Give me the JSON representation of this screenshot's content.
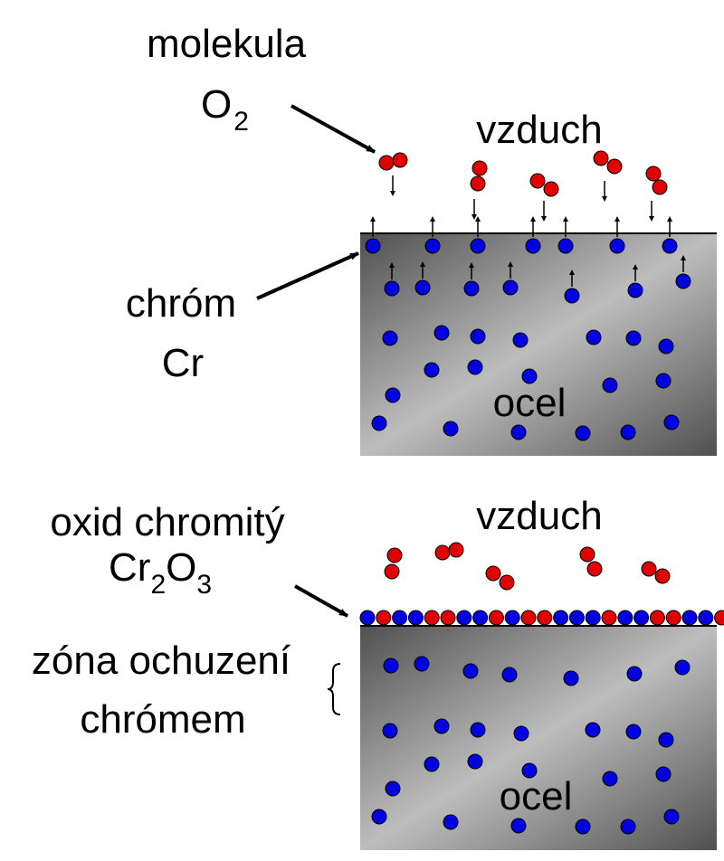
{
  "colors": {
    "chromium_atom": "#0000e0",
    "oxygen_atom": "#e00000",
    "steel_dark": "#505050",
    "steel_light": "#bdbdbd",
    "outline": "#000000"
  },
  "top_panel": {
    "molecule_label": "molekula",
    "molecule_formula_main": "O",
    "molecule_formula_sub": "2",
    "air_label": "vzduch",
    "chromium_label": "chróm",
    "chromium_symbol": "Cr",
    "steel_label": "ocel"
  },
  "bottom_panel": {
    "oxide_label": "oxid chromitý",
    "oxide_formula": {
      "cr": "Cr",
      "sub1": "2",
      "o": "O",
      "sub2": "3"
    },
    "air_label": "vzduch",
    "depletion_label_line1": "zóna ochuzení",
    "depletion_label_line2": "chrómem",
    "steel_label": "ocel"
  },
  "icons": [
    "arrow-icon",
    "brace-icon"
  ]
}
